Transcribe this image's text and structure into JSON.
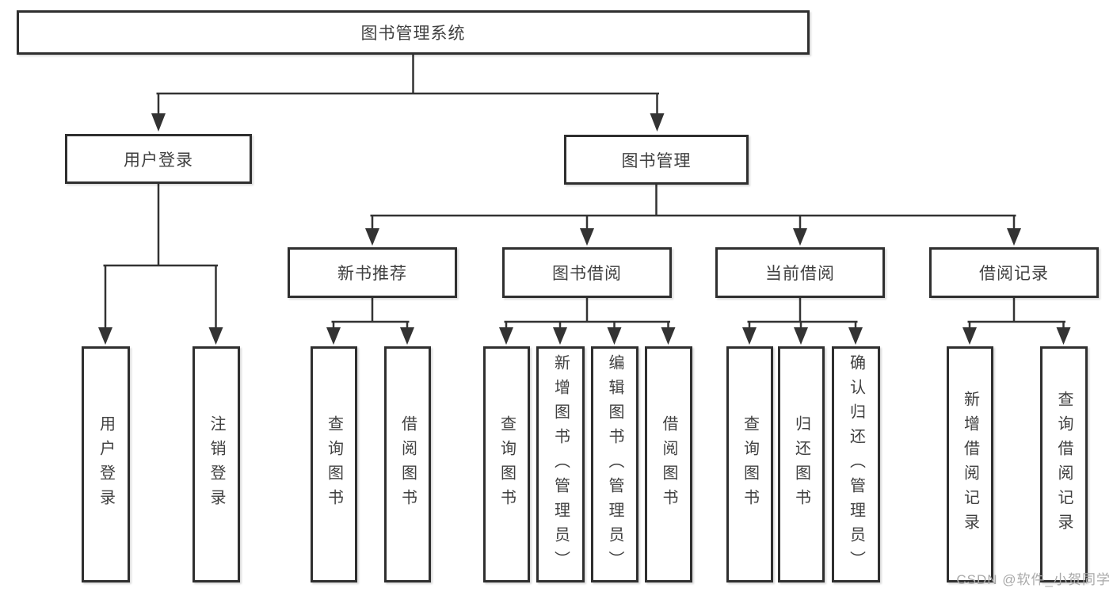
{
  "title": "图书管理系统",
  "colors": {
    "line": "#333333",
    "box_border": "#2f2f2f",
    "text": "#404040",
    "watermark": "#a9a9a9",
    "background": "#ffffff"
  },
  "watermark": {
    "text": "CSDN @软件_小贺同学"
  },
  "nodes": {
    "root": {
      "label": "图书管理系统"
    },
    "level2": [
      {
        "label": "用户登录",
        "parent": "图书管理系统"
      },
      {
        "label": "图书管理",
        "parent": "图书管理系统"
      }
    ],
    "level3": [
      {
        "label": "新书推荐",
        "parent": "图书管理"
      },
      {
        "label": "图书借阅",
        "parent": "图书管理"
      },
      {
        "label": "当前借阅",
        "parent": "图书管理"
      },
      {
        "label": "借阅记录",
        "parent": "图书管理"
      }
    ],
    "level4": [
      {
        "label": "用户登录",
        "parent": "用户登录"
      },
      {
        "label": "注销登录",
        "parent": "用户登录"
      },
      {
        "label": "查询图书",
        "parent": "新书推荐"
      },
      {
        "label": "借阅图书",
        "parent": "新书推荐"
      },
      {
        "label": "查询图书",
        "parent": "图书借阅"
      },
      {
        "label": "新增图书（管理员）",
        "parent": "图书借阅"
      },
      {
        "label": "编辑图书（管理员）",
        "parent": "图书借阅"
      },
      {
        "label": "借阅图书",
        "parent": "图书借阅"
      },
      {
        "label": "查询图书",
        "parent": "当前借阅"
      },
      {
        "label": "归还图书",
        "parent": "当前借阅"
      },
      {
        "label": "确认归还（管理员）",
        "parent": "当前借阅"
      },
      {
        "label": "新增借阅记录",
        "parent": "借阅记录"
      },
      {
        "label": "查询借阅记录",
        "parent": "借阅记录"
      }
    ]
  }
}
